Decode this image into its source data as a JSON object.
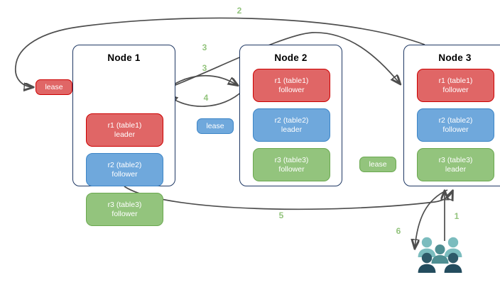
{
  "diagram": {
    "title_hidden": "",
    "colors": {
      "red_fill": "#e06666",
      "red_border": "#cc0000",
      "blue_fill": "#6fa8dc",
      "blue_border": "#3d85c6",
      "green_fill": "#93c47d",
      "green_border": "#6aa84f",
      "node_border": "#1f3864",
      "arrow": "#4d4d4d",
      "step_label": "#93c47d",
      "people_light": "#7bbcbe",
      "people_mid": "#4e8e92",
      "people_dark": "#2e5968",
      "people_darkest": "#234c5e"
    },
    "nodes": [
      {
        "name": "Node 1",
        "replicas": [
          {
            "range": "r1 (table1)",
            "role": "leader",
            "color": "red"
          },
          {
            "range": "r2 (table2)",
            "role": "follower",
            "color": "blue"
          },
          {
            "range": "r3 (table3)",
            "role": "follower",
            "color": "green"
          }
        ]
      },
      {
        "name": "Node 2",
        "replicas": [
          {
            "range": "r1 (table1)",
            "role": "follower",
            "color": "red"
          },
          {
            "range": "r2 (table2)",
            "role": "leader",
            "color": "blue"
          },
          {
            "range": "r3 (table3)",
            "role": "follower",
            "color": "green"
          }
        ]
      },
      {
        "name": "Node 3",
        "replicas": [
          {
            "range": "r1 (table1)",
            "role": "follower",
            "color": "red"
          },
          {
            "range": "r2 (table2)",
            "role": "follower",
            "color": "blue"
          },
          {
            "range": "r3 (table3)",
            "role": "leader",
            "color": "green"
          }
        ]
      }
    ],
    "leases": [
      {
        "label": "lease",
        "color": "red"
      },
      {
        "label": "lease",
        "color": "blue"
      },
      {
        "label": "lease",
        "color": "green"
      }
    ],
    "steps": [
      {
        "label": "1"
      },
      {
        "label": "2"
      },
      {
        "label": "3"
      },
      {
        "label": "3"
      },
      {
        "label": "4"
      },
      {
        "label": "5"
      },
      {
        "label": "6"
      }
    ],
    "people_icon": "people-group-icon"
  }
}
